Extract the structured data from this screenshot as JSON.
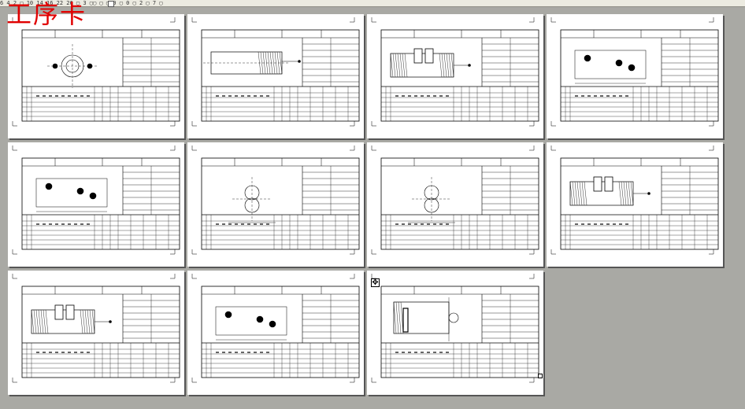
{
  "ruler": {
    "text": "6 4 2 ▢ 10 14 16 22 26 ▢ 3 ▢▢ ▢ ▢ 0 ▢ 0 ▢ 2 ▢ 7 ▢"
  },
  "document": {
    "title_label": "工序卡",
    "page_count": 11
  },
  "icons": {
    "move_handle": "move-handle-icon",
    "resize_handle": "resize-handle-icon"
  }
}
